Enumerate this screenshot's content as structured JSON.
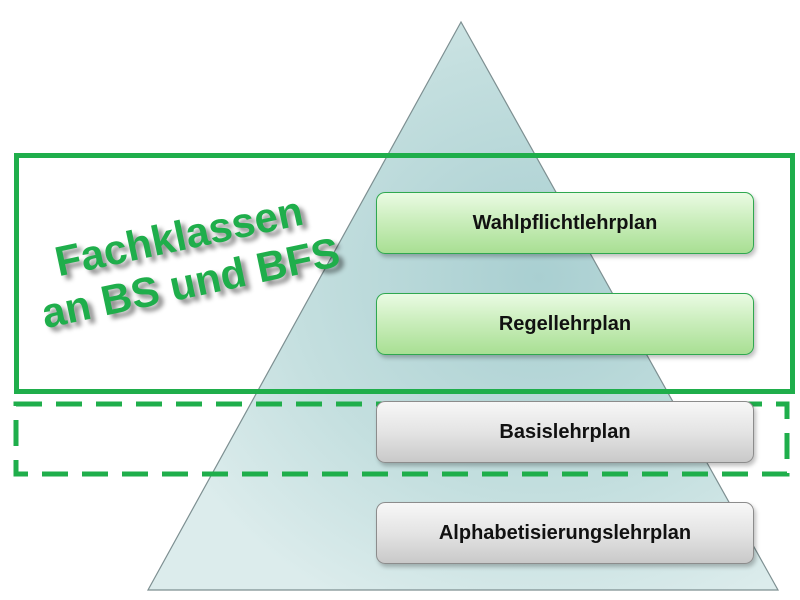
{
  "colors": {
    "frame_green": "#1fae4b",
    "pyramid_fill": "#bfdcdc",
    "green_box": "#cbeebd",
    "gray_box": "#e4e4e4"
  },
  "label": {
    "line1": "Fachklassen",
    "line2": "an BS und BFS"
  },
  "tiers": [
    {
      "label": "Wahlpflichtlehrplan",
      "style": "green"
    },
    {
      "label": "Regellehrplan",
      "style": "green"
    },
    {
      "label": "Basislehrplan",
      "style": "gray"
    },
    {
      "label": "Alphabetisierungslehrplan",
      "style": "gray"
    }
  ]
}
